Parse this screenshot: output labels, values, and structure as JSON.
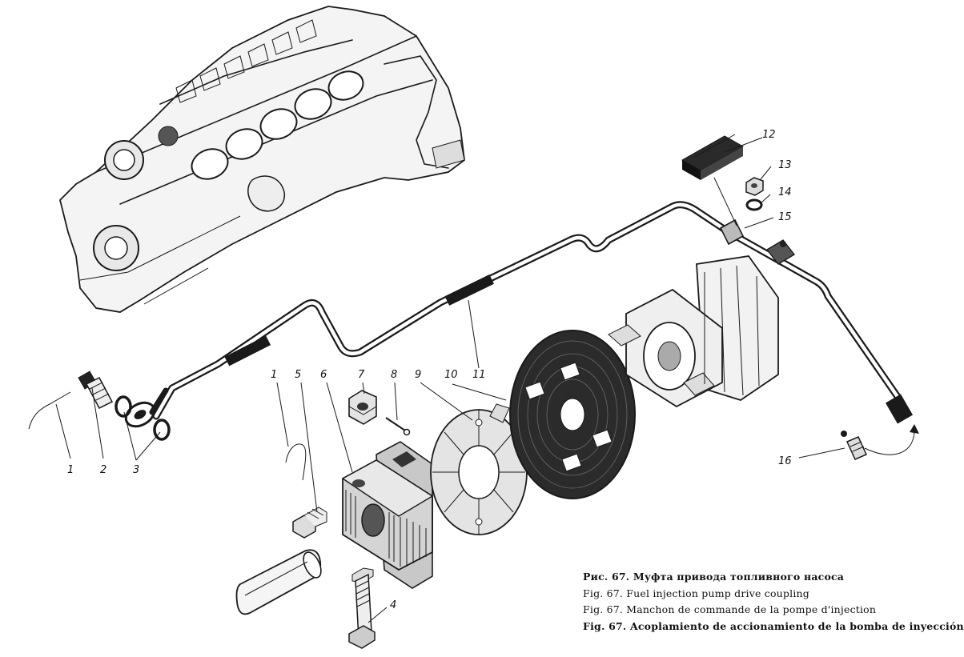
{
  "part_numbers": [
    "1",
    "2",
    "3",
    "4",
    "5",
    "6",
    "7",
    "8",
    "9",
    "10",
    "11",
    "12",
    "13",
    "14",
    "15",
    "16"
  ],
  "captions": [
    "Рис. 67. Муфта привода топливного насоса",
    "Fig. 67. Fuel injection pump drive coupling",
    "Fig. 67. Manchon de commande de la pompe d'injection",
    "Fig. 67. Acoplamiento de accionamiento de la bomba de inyección"
  ]
}
